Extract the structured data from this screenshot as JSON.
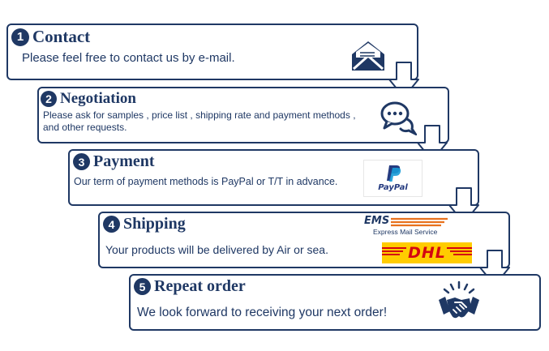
{
  "colors": {
    "navy": "#1f3864",
    "ems_orange": "#e8711d",
    "dhl_yellow": "#ffcc00",
    "dhl_red": "#d40511",
    "paypal_dark": "#253b80",
    "paypal_light": "#179bd7"
  },
  "steps": [
    {
      "number": "1",
      "title": "Contact",
      "description": [
        "Please feel free to contact us by e-mail."
      ],
      "icon": "envelope-icon"
    },
    {
      "number": "2",
      "title": "Negotiation",
      "description": [
        "Please ask for samples , price list , shipping  rate and payment methods ,",
        "and other requests."
      ],
      "icon": "chat-bubble-icon"
    },
    {
      "number": "3",
      "title": "Payment",
      "description": [
        "Our term of payment methods is PayPal or T/T in advance."
      ],
      "icon": "paypal-logo"
    },
    {
      "number": "4",
      "title": "Shipping",
      "description": [
        "Your products  will be delivered by Air or sea."
      ],
      "icon": "ems-dhl-logos"
    },
    {
      "number": "5",
      "title": "Repeat order",
      "description": [
        "We look forward to receiving your next order!"
      ],
      "icon": "handshake-icon"
    }
  ],
  "logos": {
    "paypal": "PayPal",
    "ems": "EMS",
    "ems_subtitle": "Express Mail Service",
    "dhl": "DHL"
  }
}
